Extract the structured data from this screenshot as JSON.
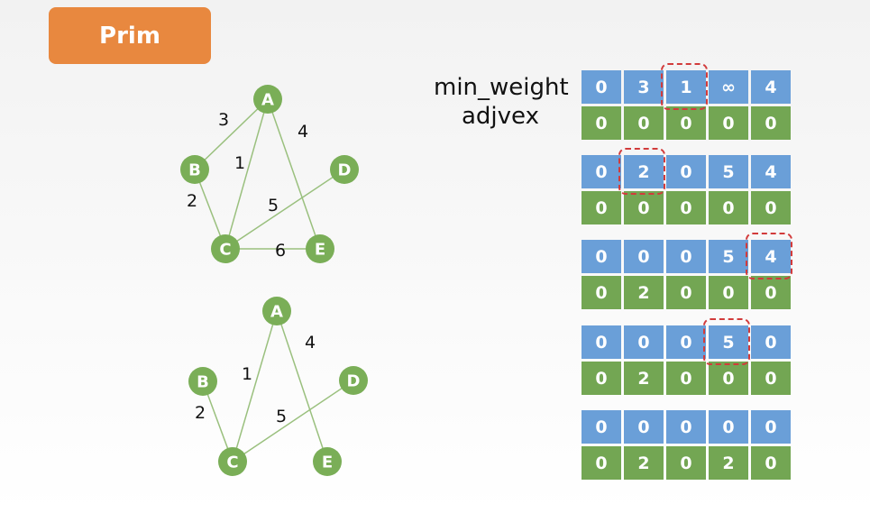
{
  "title": "Prim",
  "labels": {
    "min_weight": "min_weight",
    "adjvex": "adjvex"
  },
  "nodes": [
    "A",
    "B",
    "C",
    "D",
    "E"
  ],
  "graph_full": {
    "edges": [
      {
        "from": "A",
        "to": "B",
        "weight": "3"
      },
      {
        "from": "A",
        "to": "C",
        "weight": "1"
      },
      {
        "from": "A",
        "to": "E",
        "weight": "4"
      },
      {
        "from": "B",
        "to": "C",
        "weight": "2"
      },
      {
        "from": "C",
        "to": "D",
        "weight": "5"
      },
      {
        "from": "C",
        "to": "E",
        "weight": "6"
      }
    ]
  },
  "graph_mst": {
    "edges": [
      {
        "from": "A",
        "to": "C",
        "weight": "1"
      },
      {
        "from": "A",
        "to": "E",
        "weight": "4"
      },
      {
        "from": "B",
        "to": "C",
        "weight": "2"
      },
      {
        "from": "C",
        "to": "D",
        "weight": "5"
      }
    ]
  },
  "steps": [
    {
      "min_weight": [
        "0",
        "3",
        "1",
        "∞",
        "4"
      ],
      "adjvex": [
        "0",
        "0",
        "0",
        "0",
        "0"
      ],
      "highlight": 2
    },
    {
      "min_weight": [
        "0",
        "2",
        "0",
        "5",
        "4"
      ],
      "adjvex": [
        "0",
        "0",
        "0",
        "0",
        "0"
      ],
      "highlight": 1
    },
    {
      "min_weight": [
        "0",
        "0",
        "0",
        "5",
        "4"
      ],
      "adjvex": [
        "0",
        "2",
        "0",
        "0",
        "0"
      ],
      "highlight": 4
    },
    {
      "min_weight": [
        "0",
        "0",
        "0",
        "5",
        "0"
      ],
      "adjvex": [
        "0",
        "2",
        "0",
        "0",
        "0"
      ],
      "highlight": 3
    },
    {
      "min_weight": [
        "0",
        "0",
        "0",
        "0",
        "0"
      ],
      "adjvex": [
        "0",
        "2",
        "0",
        "2",
        "0"
      ],
      "highlight": null
    }
  ],
  "colors": {
    "title_bg": "#e8883f",
    "node": "#7aae57",
    "edge": "#9ac07e",
    "min_weight_cell": "#6a9fd8",
    "adjvex_cell": "#73a653",
    "highlight": "#d23b3b"
  }
}
